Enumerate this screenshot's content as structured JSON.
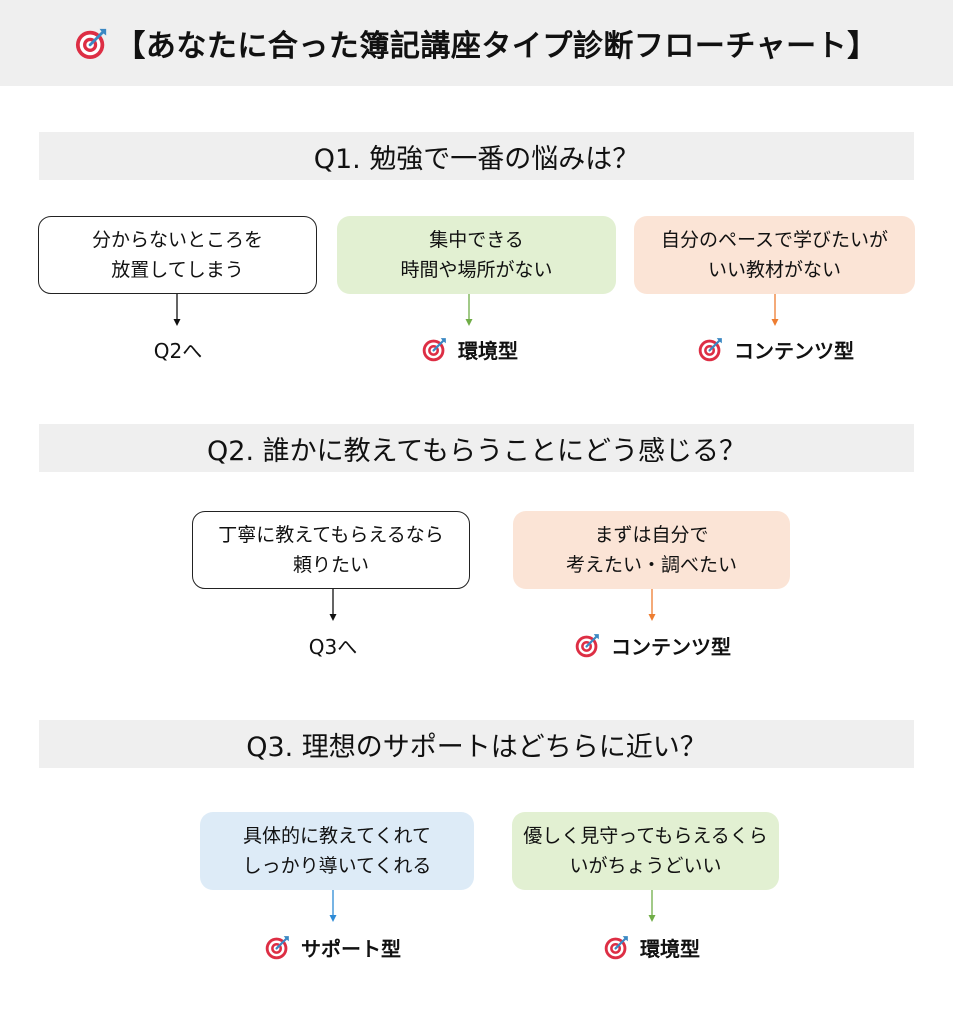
{
  "title": "【あなたに合った簿記講座タイプ診断フローチャート】",
  "icon": "direct-hit-target-icon",
  "colors": {
    "outline_box": "#ffffff",
    "green_box": "#e2f0d2",
    "peach_box": "#fbe4d6",
    "blue_box": "#ddebf7",
    "arrow_black": "#111111",
    "arrow_green": "#70ad47",
    "arrow_orange": "#ed7d31",
    "arrow_blue": "#2e8bd6"
  },
  "q1": {
    "question": "Q1. 勉強で一番の悩みは？",
    "options": [
      {
        "line1": "分からないところを",
        "line2": "放置してしまう",
        "result": "Q2へ"
      },
      {
        "line1": "集中できる",
        "line2": "時間や場所がない",
        "result": "環境型"
      },
      {
        "line1": "自分のペースで学びたいが",
        "line2": "いい教材がない",
        "result": "コンテンツ型"
      }
    ]
  },
  "q2": {
    "question": "Q2. 誰かに教えてもらうことにどう感じる？",
    "options": [
      {
        "line1": "丁寧に教えてもらえるなら",
        "line2": "頼りたい",
        "result": "Q3へ"
      },
      {
        "line1": "まずは自分で",
        "line2": "考えたい・調べたい",
        "result": "コンテンツ型"
      }
    ]
  },
  "q3": {
    "question": "Q3. 理想のサポートはどちらに近い？",
    "options": [
      {
        "line1": "具体的に教えてくれて",
        "line2": "しっかり導いてくれる",
        "result": "サポート型"
      },
      {
        "line1": "優しく見守ってもらえるくら",
        "line2": "いがちょうどいい",
        "result": "環境型"
      }
    ]
  }
}
